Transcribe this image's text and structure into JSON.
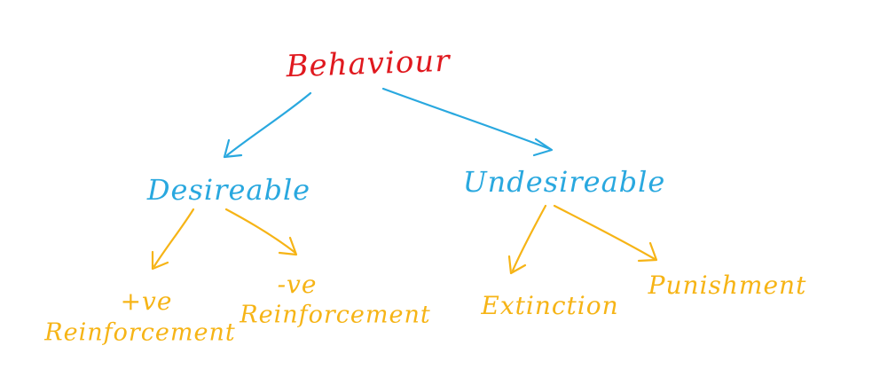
{
  "diagram": {
    "root": {
      "label": "Behaviour",
      "color": "#e0191f"
    },
    "categories": [
      {
        "label": "Desireable",
        "color": "#29a8df"
      },
      {
        "label": "Undesireable",
        "color": "#29a8df"
      }
    ],
    "outcomes": [
      {
        "line1": "+ve",
        "line2": "Reinforcement",
        "color": "#f6b416"
      },
      {
        "line1": "-ve",
        "line2": "Reinforcement",
        "color": "#f6b416"
      },
      {
        "label": "Extinction",
        "color": "#f6b416"
      },
      {
        "label": "Punishment",
        "color": "#f6b416"
      }
    ],
    "arrow_colors": {
      "blue": "#29a8df",
      "orange": "#f6b416"
    }
  }
}
